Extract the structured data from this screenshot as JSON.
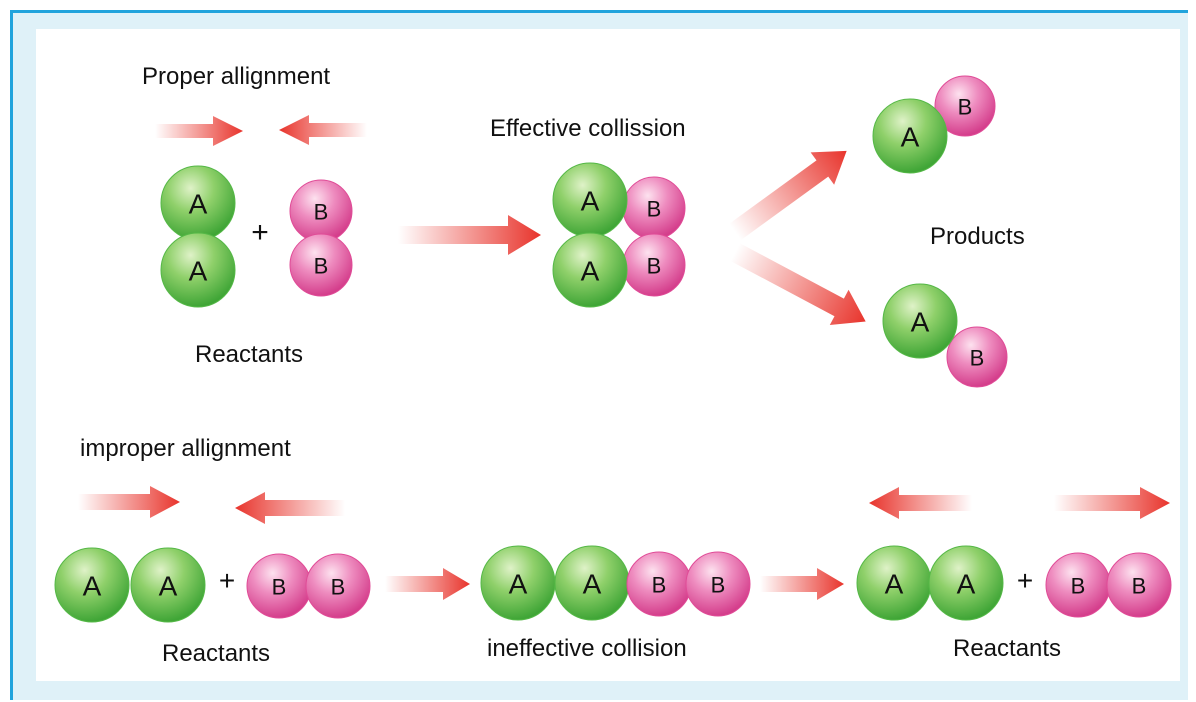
{
  "labels": {
    "proper_alignment": "Proper allignment",
    "effective_collision": "Effective collission",
    "products": "Products",
    "reactants_top": "Reactants",
    "improper_alignment": "improper allignment",
    "reactants_bottom_left": "Reactants",
    "ineffective_collision": "ineffective collision",
    "reactants_bottom_right": "Reactants",
    "plus": "+"
  },
  "atoms": {
    "a_letter": "A",
    "b_letter": "B"
  },
  "colors": {
    "frame_border": "#21a3dc",
    "frame_background": "#dff1f8",
    "atom_a": "#55b847",
    "atom_b": "#e04c97",
    "arrow": "#e8342c"
  }
}
